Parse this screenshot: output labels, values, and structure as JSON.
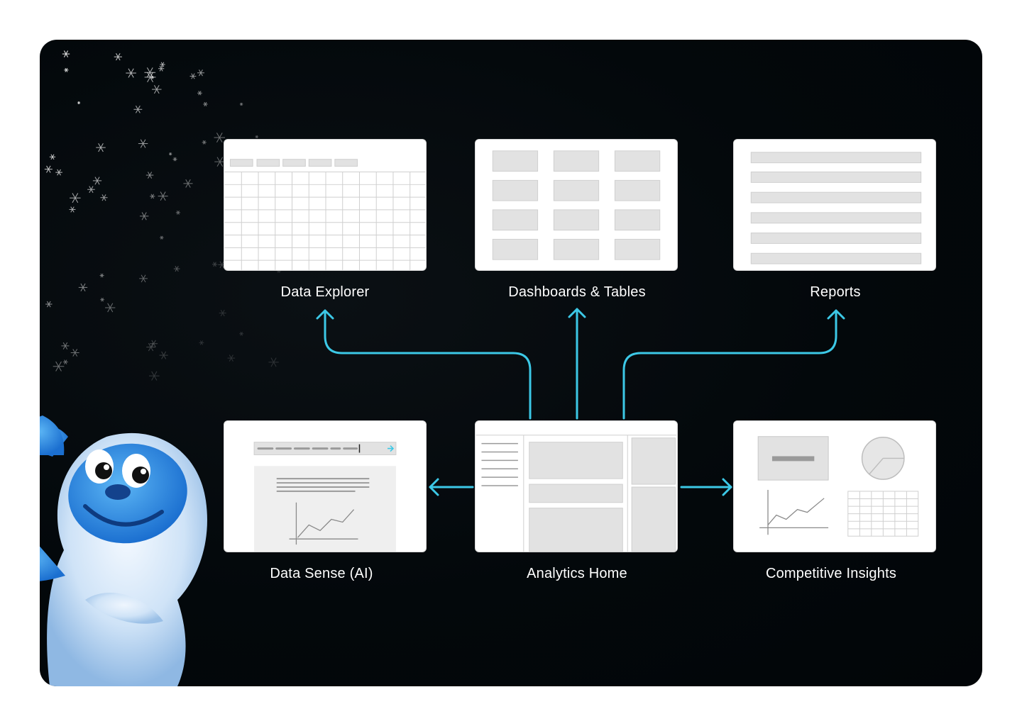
{
  "nodes": {
    "data_explorer": "Data Explorer",
    "dashboards_tables": "Dashboards & Tables",
    "reports": "Reports",
    "data_sense": "Data Sense (AI)",
    "analytics_home": "Analytics Home",
    "competitive_insights": "Competitive Insights"
  },
  "edges": [
    {
      "from": "Analytics Home",
      "to": "Data Explorer"
    },
    {
      "from": "Analytics Home",
      "to": "Dashboards & Tables"
    },
    {
      "from": "Analytics Home",
      "to": "Reports"
    },
    {
      "from": "Analytics Home",
      "to": "Data Sense (AI)"
    },
    {
      "from": "Analytics Home",
      "to": "Competitive Insights"
    }
  ],
  "colors": {
    "background": "#03080b",
    "connector": "#3cc8e6",
    "card": "#ffffff",
    "placeholder": "#e2e2e2",
    "mascot": "#2a8fe0"
  },
  "icons": [
    "snowflake-icon",
    "yeti-mascot"
  ]
}
